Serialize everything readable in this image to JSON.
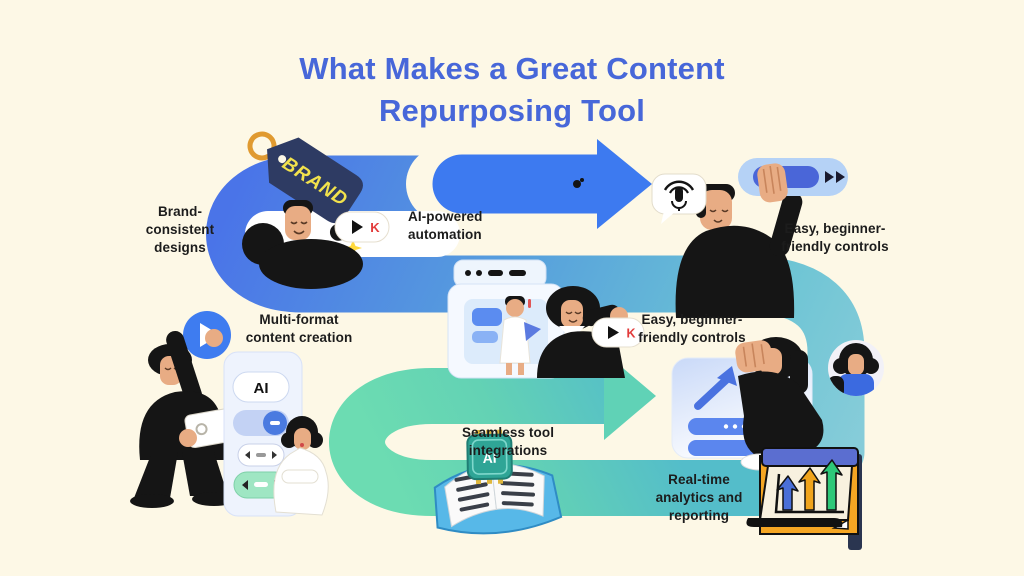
{
  "title": {
    "text": "What Makes a Great Content\nRepurposing Tool"
  },
  "features": [
    {
      "id": "brand_designs",
      "label": "Brand-\nconsistent\ndesigns"
    },
    {
      "id": "ai_automation",
      "label": "AI-powered\nautomation"
    },
    {
      "id": "easy_controls_top",
      "label": "Easy, beginner-\nfriendly controls"
    },
    {
      "id": "multi_format",
      "label": "Multi-format\ncontent creation"
    },
    {
      "id": "easy_controls_mid",
      "label": "Easy, beginner-\nfriendly controls"
    },
    {
      "id": "seamless_tools",
      "label": "Seamless tool\nintegrations"
    },
    {
      "id": "realtime_analytics",
      "label": "Real-time\nanalytics and\nreporting"
    }
  ],
  "illustrations": {
    "brand_tag_text": "BRAND",
    "play_pill_letter": "K",
    "ai_pill_text": "AI",
    "ai_chip_text": "AI",
    "icons": [
      "brand-price-tag",
      "play-pill",
      "slider-pill",
      "mic-speech-bubble",
      "browser-window",
      "play-circle",
      "toggle-switch",
      "stepper-pills",
      "open-book-ai-chip",
      "growth-arrows-board",
      "avatar-circle",
      "up-right-arrow"
    ],
    "analytics_board_arrow_colors": [
      "#4a6fd8",
      "#f0a41c",
      "#2ec878"
    ]
  },
  "colors": {
    "background": "#fdf8e6",
    "title": "#4767d9",
    "label_text": "#1c1c1c",
    "arrow_blue": "#3d7af0",
    "path_blue": "#4a74e8",
    "path_teal": "#54bdca",
    "path_mint": "#6cdcb2",
    "tag_navy": "#2e3b63",
    "tag_text_yellow": "#f2e24c",
    "ring_gold": "#e09a30",
    "pill_k_red": "#e23b3b",
    "slider_bg": "#b5d2f6",
    "slider_knob": "#4a66d8",
    "card_bar_blue": "#5b86ee",
    "mint_button": "#9fe6c3",
    "board_orange": "#f5a623",
    "book_blue": "#57b8e8",
    "chip_teal": "#2fa596",
    "skin": "#e8ac84",
    "outfit_black": "#151515"
  }
}
